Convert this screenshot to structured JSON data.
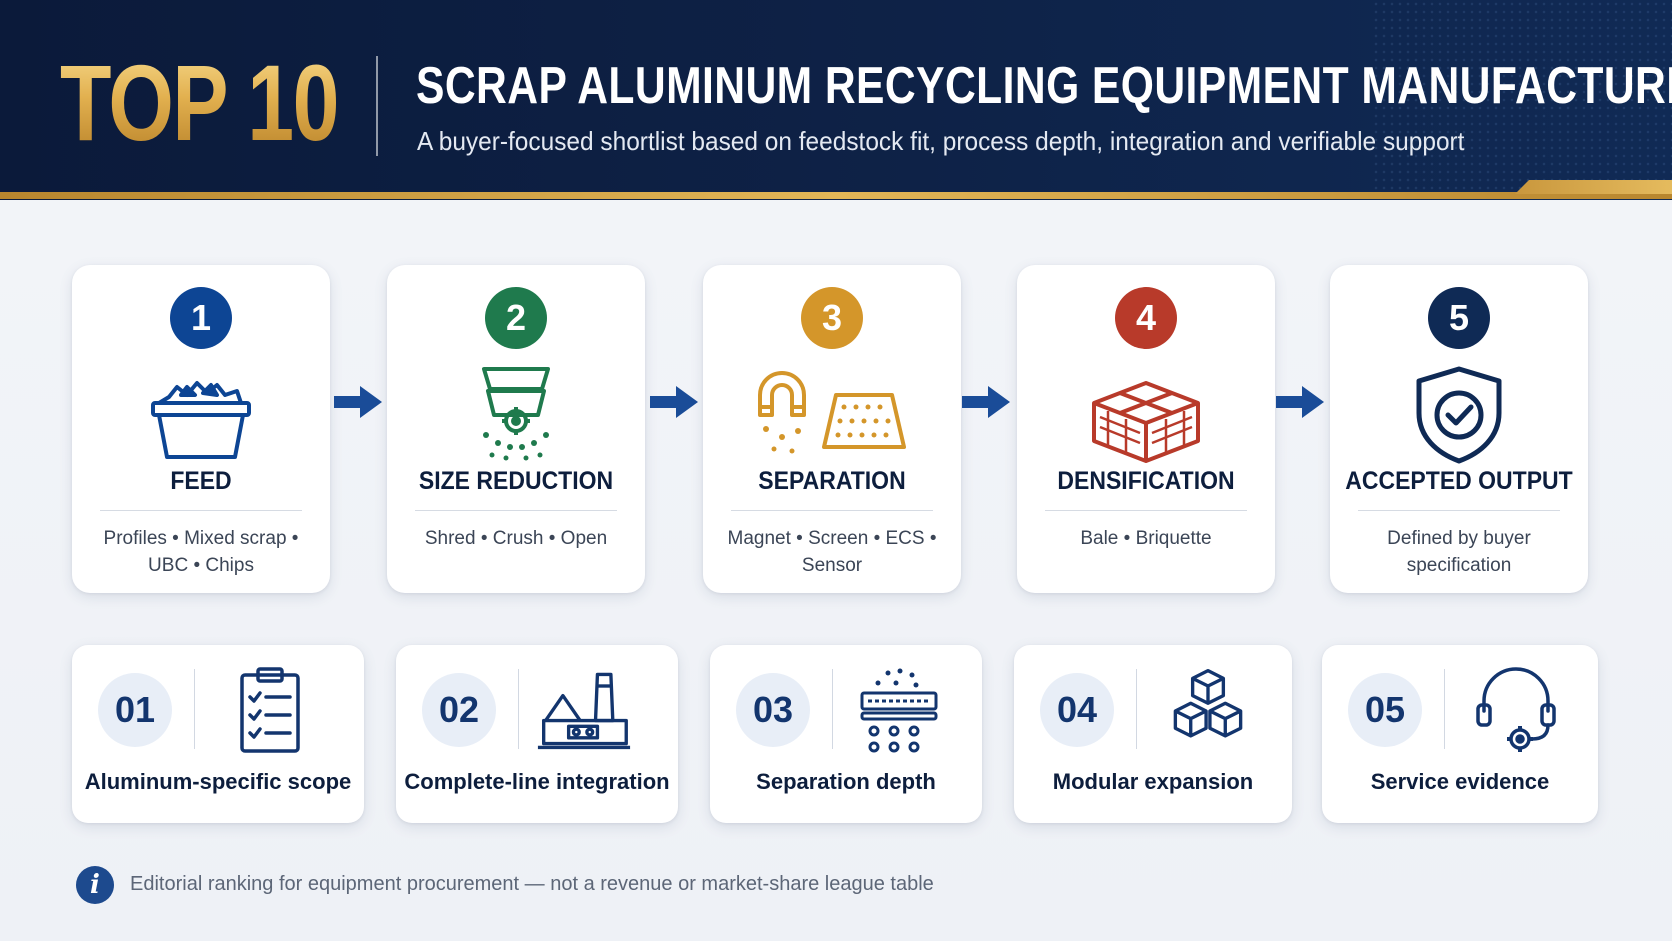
{
  "header": {
    "badge": "TOP 10",
    "title": "SCRAP ALUMINUM RECYCLING EQUIPMENT MANUFACTURERS",
    "subtitle": "A buyer-focused shortlist based on feedstock fit, process depth, integration and verifiable support"
  },
  "colors": {
    "navy": "#0b1a3a",
    "gold": "#d9a645",
    "step1": "#0d4594",
    "step2": "#1f7a4d",
    "step3": "#d4962a",
    "step4": "#b83a2a",
    "step5": "#0f2a55",
    "arrow": "#1a4c98"
  },
  "process": [
    {
      "number": "1",
      "title": "FEED",
      "description": "Profiles • Mixed scrap • UBC • Chips",
      "icon": "scrap-bin-icon"
    },
    {
      "number": "2",
      "title": "SIZE REDUCTION",
      "description": "Shred • Crush • Open",
      "icon": "shredder-icon"
    },
    {
      "number": "3",
      "title": "SEPARATION",
      "description": "Magnet • Screen • ECS • Sensor",
      "icon": "magnet-screen-icon"
    },
    {
      "number": "4",
      "title": "DENSIFICATION",
      "description": "Bale • Briquette",
      "icon": "bale-icon"
    },
    {
      "number": "5",
      "title": "ACCEPTED OUTPUT",
      "description": "Defined by buyer specification",
      "icon": "shield-check-icon"
    }
  ],
  "criteria": [
    {
      "number": "01",
      "label": "Aluminum-specific scope",
      "icon": "clipboard-checklist-icon"
    },
    {
      "number": "02",
      "label": "Complete-line integration",
      "icon": "factory-line-icon"
    },
    {
      "number": "03",
      "label": "Separation depth",
      "icon": "screening-icon"
    },
    {
      "number": "04",
      "label": "Modular expansion",
      "icon": "modular-cubes-icon"
    },
    {
      "number": "05",
      "label": "Service evidence",
      "icon": "headset-gear-icon"
    }
  ],
  "footnote": {
    "icon": "info-icon",
    "text": "Editorial ranking for equipment procurement — not a revenue or market-share league table"
  }
}
